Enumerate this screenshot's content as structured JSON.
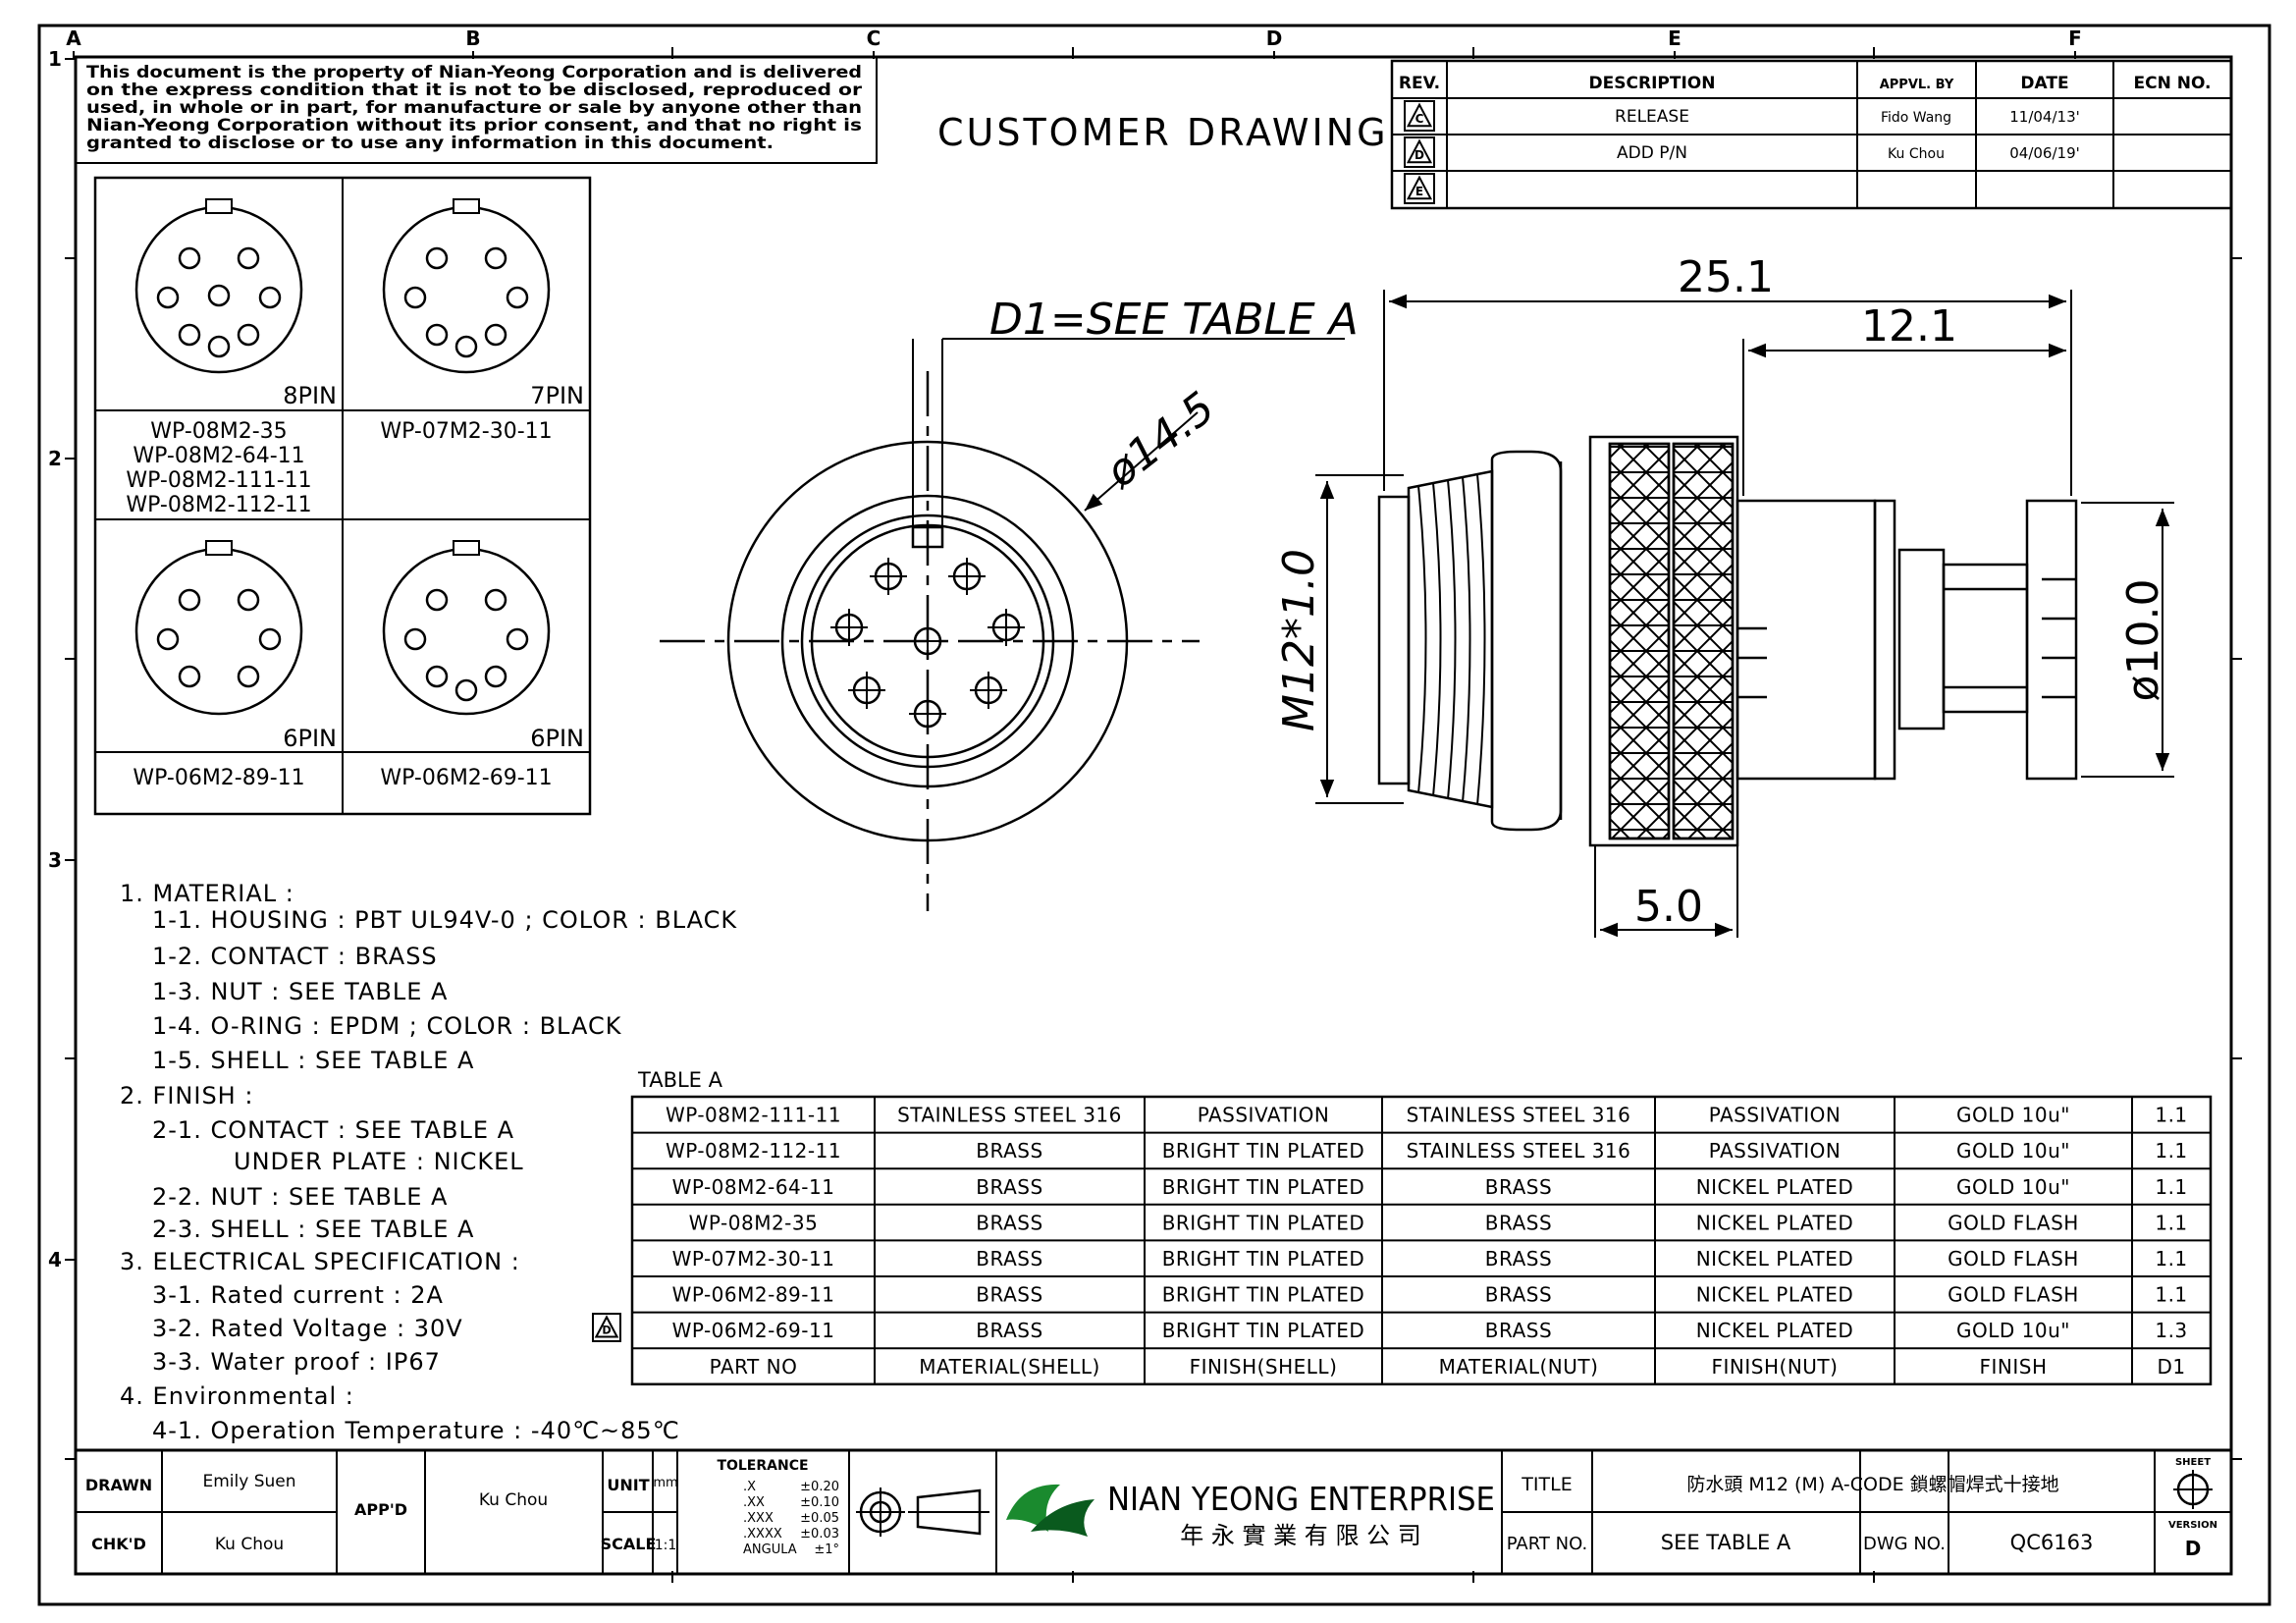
{
  "frame": {
    "cols": [
      "A",
      "B",
      "C",
      "D",
      "E",
      "F"
    ],
    "rows": [
      "1",
      "2",
      "3",
      "4"
    ]
  },
  "notice": [
    "This document is the property of Nian-Yeong Corporation and is delivered",
    "on the express condition that it is not to be disclosed, reproduced or",
    "used, in whole or in part, for manufacture or sale by anyone other than",
    "Nian-Yeong Corporation without its prior consent, and that no right is",
    "granted to disclose or to use any information in this document."
  ],
  "title_banner": "CUSTOMER DRAWING",
  "revisions": {
    "headers": [
      "REV.",
      "DESCRIPTION",
      "APPVL. BY",
      "DATE",
      "ECN NO."
    ],
    "rows": [
      {
        "rev": "C",
        "description": "RELEASE",
        "by": "Fido Wang",
        "date": "11/04/13'",
        "ecn": ""
      },
      {
        "rev": "D",
        "description": "ADD P/N",
        "by": "Ku Chou",
        "date": "04/06/19'",
        "ecn": ""
      },
      {
        "rev": "E",
        "description": "",
        "by": "",
        "date": "",
        "ecn": ""
      }
    ]
  },
  "pin_views": [
    {
      "pins": "8PIN",
      "parts": [
        "WP-08M2-35",
        "WP-08M2-64-11",
        "WP-08M2-111-11",
        "WP-08M2-112-11"
      ]
    },
    {
      "pins": "7PIN",
      "parts": [
        "WP-07M2-30-11"
      ]
    },
    {
      "pins": "6PIN",
      "parts": [
        "WP-06M2-89-11"
      ]
    },
    {
      "pins": "6PIN",
      "parts": [
        "WP-06M2-69-11"
      ]
    }
  ],
  "dimensions": {
    "d1": "D1=SEE TABLE A",
    "diameter_front": "ø14.5",
    "length_total": "25.1",
    "length_body": "12.1",
    "thread": "M12*1.0",
    "diameter_tail": "ø10.0",
    "nut_width": "5.0"
  },
  "notes": [
    {
      "indent": 0,
      "text": "1. MATERIAL :"
    },
    {
      "indent": 1,
      "text": "1-1. HOUSING : PBT UL94V-0 ; COLOR : BLACK"
    },
    {
      "indent": 1,
      "text": "1-2. CONTACT : BRASS"
    },
    {
      "indent": 1,
      "text": "1-3. NUT : SEE TABLE A"
    },
    {
      "indent": 1,
      "text": "1-4. O-RING : EPDM ; COLOR : BLACK"
    },
    {
      "indent": 1,
      "text": "1-5. SHELL : SEE TABLE A"
    },
    {
      "indent": 0,
      "text": "2. FINISH :"
    },
    {
      "indent": 1,
      "text": "2-1. CONTACT : SEE TABLE A"
    },
    {
      "indent": 2,
      "text": "UNDER PLATE : NICKEL"
    },
    {
      "indent": 1,
      "text": "2-2. NUT : SEE TABLE A"
    },
    {
      "indent": 1,
      "text": "2-3. SHELL : SEE TABLE A"
    },
    {
      "indent": 0,
      "text": "3. ELECTRICAL SPECIFICATION :"
    },
    {
      "indent": 1,
      "text": "3-1. Rated current : 2A"
    },
    {
      "indent": 1,
      "text": "3-2. Rated Voltage : 30V"
    },
    {
      "indent": 1,
      "text": "3-3. Water proof : IP67"
    },
    {
      "indent": 0,
      "text": "4. Environmental :"
    },
    {
      "indent": 1,
      "text": "4-1. Operation Temperature : -40℃~85℃"
    }
  ],
  "table_a": {
    "title": "TABLE A",
    "headers": [
      "PART NO",
      "MATERIAL(SHELL)",
      "FINISH(SHELL)",
      "MATERIAL(NUT)",
      "FINISH(NUT)",
      "FINISH",
      "D1"
    ],
    "rows": [
      [
        "WP-08M2-111-11",
        "STAINLESS STEEL 316",
        "PASSIVATION",
        "STAINLESS STEEL 316",
        "PASSIVATION",
        "GOLD 10u\"",
        "1.1"
      ],
      [
        "WP-08M2-112-11",
        "BRASS",
        "BRIGHT TIN PLATED",
        "STAINLESS STEEL 316",
        "PASSIVATION",
        "GOLD 10u\"",
        "1.1"
      ],
      [
        "WP-08M2-64-11",
        "BRASS",
        "BRIGHT TIN PLATED",
        "BRASS",
        "NICKEL PLATED",
        "GOLD 10u\"",
        "1.1"
      ],
      [
        "WP-08M2-35",
        "BRASS",
        "BRIGHT TIN PLATED",
        "BRASS",
        "NICKEL PLATED",
        "GOLD FLASH",
        "1.1"
      ],
      [
        "WP-07M2-30-11",
        "BRASS",
        "BRIGHT TIN PLATED",
        "BRASS",
        "NICKEL PLATED",
        "GOLD FLASH",
        "1.1"
      ],
      [
        "WP-06M2-89-11",
        "BRASS",
        "BRIGHT TIN PLATED",
        "BRASS",
        "NICKEL PLATED",
        "GOLD FLASH",
        "1.1"
      ],
      [
        "WP-06M2-69-11",
        "BRASS",
        "BRIGHT TIN PLATED",
        "BRASS",
        "NICKEL PLATED",
        "GOLD 10u\"",
        "1.3"
      ]
    ],
    "rev_mark": "D"
  },
  "title_block": {
    "drawn_label": "DRAWN",
    "drawn": "Emily Suen",
    "chkd_label": "CHK'D",
    "chkd": "Ku Chou",
    "appd_label": "APP'D",
    "appd": "Ku Chou",
    "unit_label": "UNIT",
    "unit": "mm",
    "scale_label": "SCALE",
    "scale": "1:1",
    "tolerance_label": "TOLERANCE",
    "tolerances": [
      {
        "k": ".X",
        "v": "±0.20"
      },
      {
        "k": ".XX",
        "v": "±0.10"
      },
      {
        "k": ".XXX",
        "v": "±0.05"
      },
      {
        "k": ".XXXX",
        "v": "±0.03"
      },
      {
        "k": "ANGULA",
        "v": "±1°"
      }
    ],
    "company": "NIAN YEONG ENTERPRISE",
    "company_cn": "年 永 實 業 有 限 公 司",
    "title_label": "TITLE",
    "title": "防水頭 M12 (M) A-CODE 鎖螺帽焊式十接地",
    "partno_label": "PART NO.",
    "partno": "SEE TABLE A",
    "dwgno_label": "DWG NO.",
    "dwgno": "QC6163",
    "sheet_label": "SHEET",
    "version_label": "VERSION",
    "version": "D"
  }
}
